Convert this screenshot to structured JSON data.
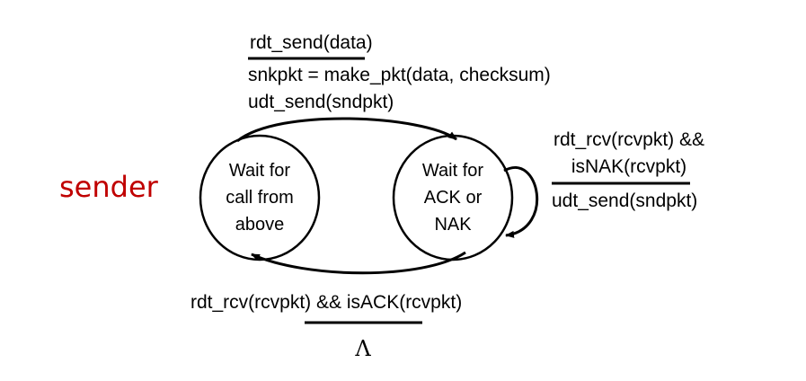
{
  "diagram": {
    "side_label": "sender",
    "side_label_color": "#c00000",
    "states": {
      "wait_call": {
        "lines": [
          "Wait for",
          "call from",
          "above"
        ]
      },
      "wait_ack": {
        "lines": [
          "Wait for",
          "ACK or",
          "NAK"
        ]
      }
    },
    "transitions": {
      "send": {
        "event": "rdt_send(data)",
        "actions": [
          "snkpkt = make_pkt(data, checksum)",
          "udt_send(sndpkt)"
        ]
      },
      "nak": {
        "event_lines": [
          "rdt_rcv(rcvpkt) &&",
          "isNAK(rcvpkt)"
        ],
        "action": "udt_send(sndpkt)"
      },
      "ack": {
        "event": "rdt_rcv(rcvpkt) && isACK(rcvpkt)",
        "action": "Λ"
      }
    }
  }
}
